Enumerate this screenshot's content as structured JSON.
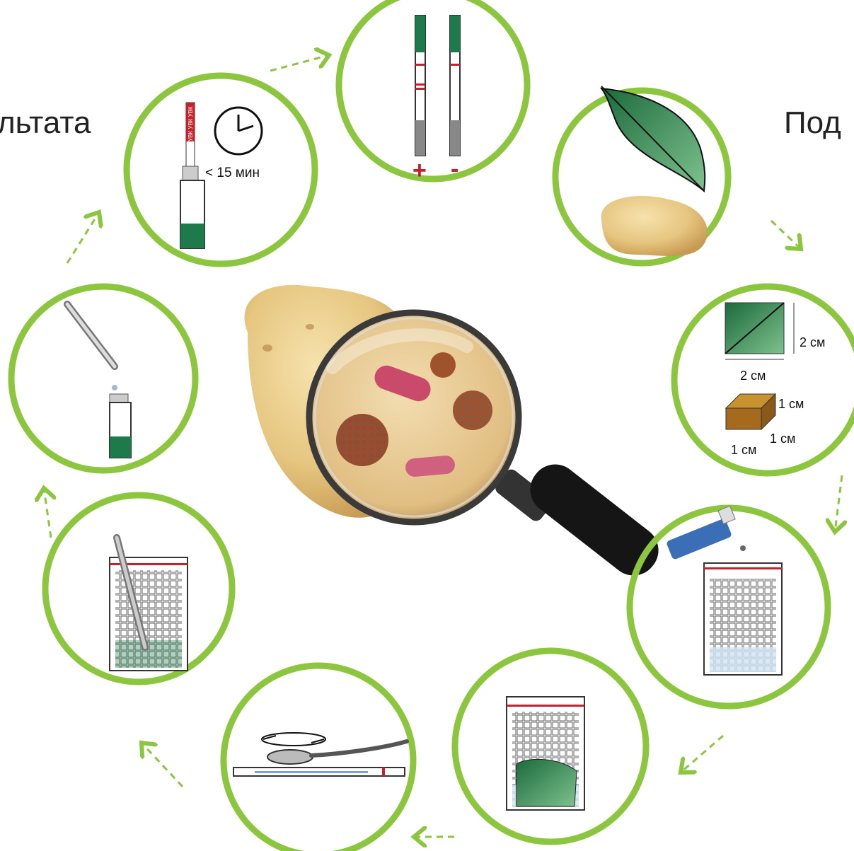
{
  "heading_left": "льтата",
  "heading_right": "Под",
  "colors": {
    "ring_green": "#8cc63f",
    "strip_green": "#1e7a4a",
    "strip_red": "#c8202a",
    "potato": "#e8c882",
    "bacteria_pink": "#c94a6a",
    "virus_brown": "#9a4a2a",
    "buffer_blue": "#cfe3f2",
    "arrow_green": "#8cc63f"
  },
  "steps": {
    "result": {
      "plus": "+",
      "minus": "-"
    },
    "timing": {
      "label": "< 15 мин",
      "strip_text": "УВК УВК УВК"
    },
    "cut": {
      "leaf_size": "2 см",
      "leaf_width": "2 см",
      "cube_h": "1 см",
      "cube_d": "1 см",
      "cube_w": "1 см"
    }
  },
  "icons": [
    "leaf-icon",
    "potato-icon",
    "magnifier-icon",
    "clock-icon",
    "pipette-icon",
    "bag-icon",
    "spoon-icon",
    "tube-icon",
    "test-strip-icon"
  ]
}
